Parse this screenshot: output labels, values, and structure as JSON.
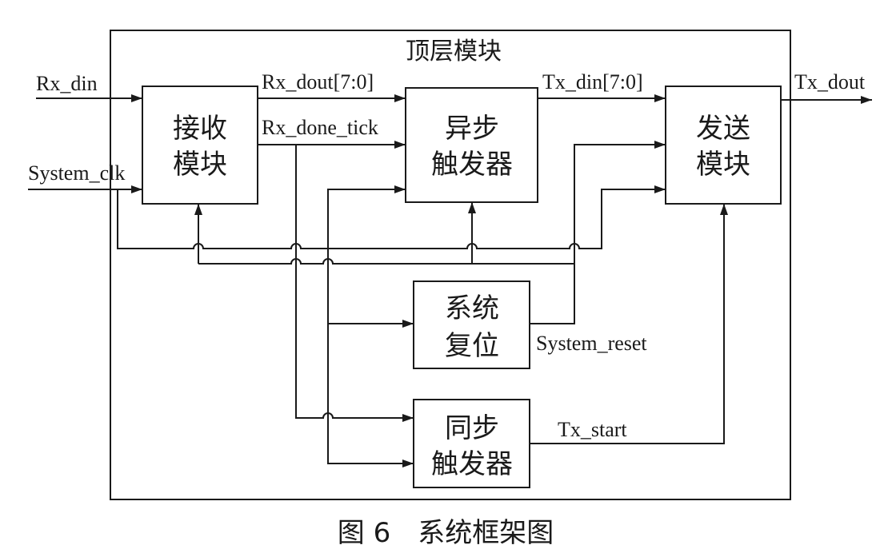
{
  "diagram": {
    "title": "顶层模块",
    "blocks": {
      "receiver": {
        "line1": "接收",
        "line2": "模块"
      },
      "async_trigger": {
        "line1": "异步",
        "line2": "触发器"
      },
      "transmitter": {
        "line1": "发送",
        "line2": "模块"
      },
      "system_reset": {
        "line1": "系统",
        "line2": "复位"
      },
      "sync_trigger": {
        "line1": "同步",
        "line2": "触发器"
      }
    },
    "signals": {
      "rx_din": "Rx_din",
      "system_clk": "System_clk",
      "rx_dout": "Rx_dout[7:0]",
      "rx_done_tick": "Rx_done_tick",
      "tx_din": "Tx_din[7:0]",
      "tx_dout": "Tx_dout",
      "system_reset": "System_reset",
      "tx_start": "Tx_start"
    }
  },
  "caption": "图 6　系统框架图"
}
